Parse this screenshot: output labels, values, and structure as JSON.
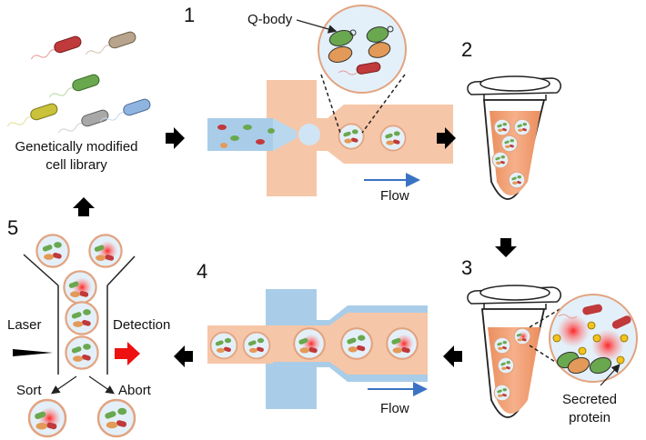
{
  "steps": [
    "1",
    "2",
    "3",
    "4",
    "5"
  ],
  "labels": {
    "qbody": "Q-body",
    "library_line1": "Genetically modified",
    "library_line2": "cell library",
    "flow_top": "Flow",
    "flow_bottom": "Flow",
    "laser": "Laser",
    "detection": "Detection",
    "sort": "Sort",
    "abort": "Abort",
    "secreted_line1": "Secreted",
    "secreted_line2": "protein"
  },
  "colors": {
    "oil": "#f6c6a8",
    "aqueous": "#a9cde8",
    "droplet_fill": "#e4f0f9",
    "droplet_border": "#e2a37f",
    "tube_liquid": "#f2a074",
    "flow_arrow": "#3b73c4",
    "detection_arrow": "#ee1111",
    "process_arrow": "#000000",
    "cell_red": "#c0393b",
    "cell_green": "#6aa84f",
    "cell_yellow": "#c9c23a",
    "cell_blue": "#8fb4e0",
    "cell_gray": "#a8a8a8",
    "cell_tan": "#b8a48c",
    "protein": "#f2c21d",
    "fluorescence": "#ff2a2a"
  }
}
